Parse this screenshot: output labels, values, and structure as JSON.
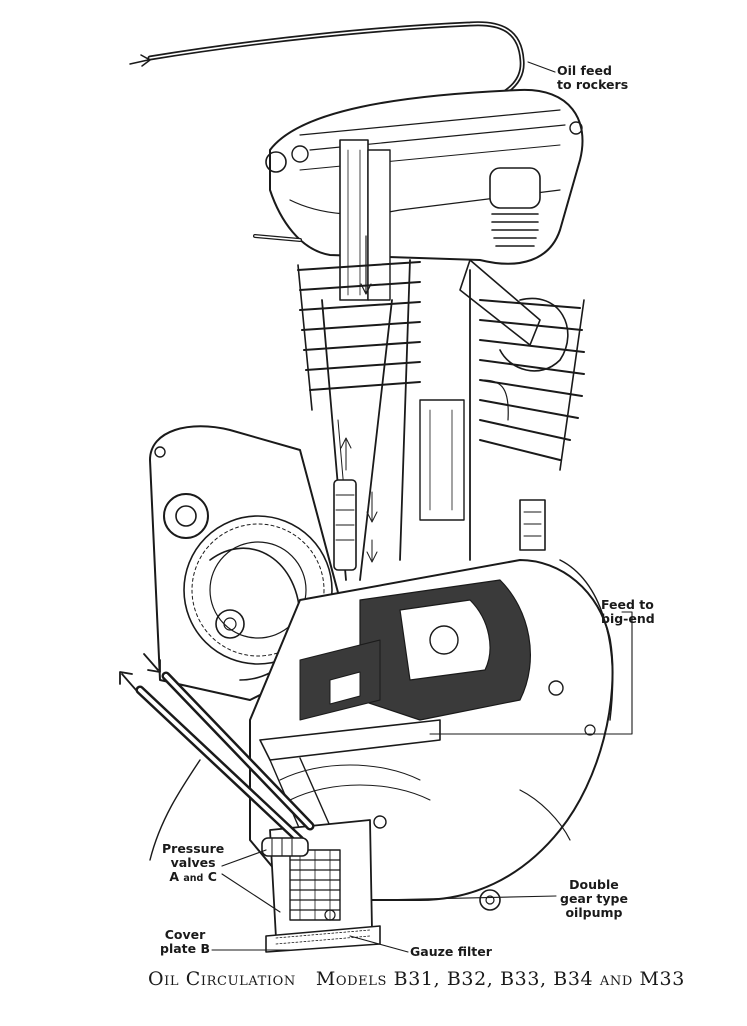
{
  "callouts": {
    "oil_feed_rockers": {
      "line1": "Oil feed",
      "line2": "to rockers"
    },
    "feed_big_end": {
      "line1": "Feed to",
      "line2": "big-end"
    },
    "pressure_valves": {
      "line1": "Pressure",
      "line2": "valves",
      "line3_a": "A",
      "line3_and": "and",
      "line3_c": "C"
    },
    "cover_plate": {
      "line1": "Cover",
      "line2": "plate B"
    },
    "oilpump": {
      "line1": "Double",
      "line2": "gear type",
      "line3": "oilpump"
    },
    "gauze_filter": {
      "label": "Gauze filter"
    }
  },
  "caption": {
    "title": "Oil Circulation",
    "models": "Models B31, B32, B33, B34 and M33"
  },
  "colors": {
    "ink": "#1a1a1a",
    "paper": "#ffffff",
    "shade": "#3a3a3a"
  }
}
